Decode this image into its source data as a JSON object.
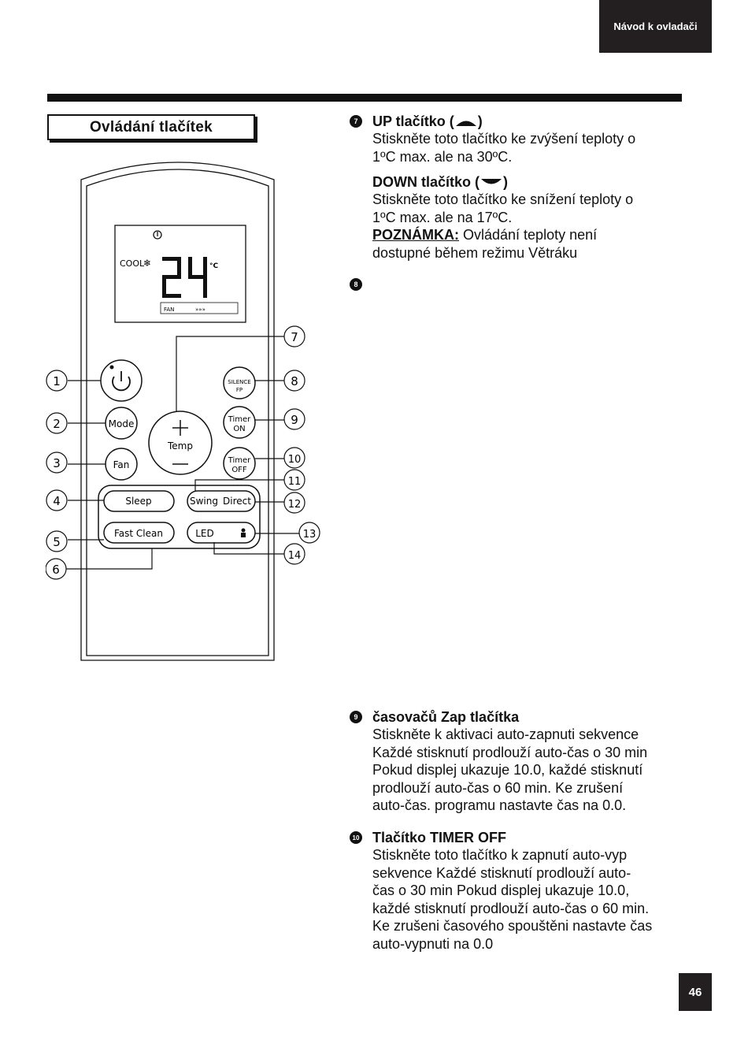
{
  "header": {
    "tab_label": "Návod k ovladači"
  },
  "section": {
    "title": "Ovládání tlačítek"
  },
  "remote": {
    "display": {
      "mode": "COOL",
      "temperature": "24",
      "unit": "°C",
      "fan_label": "FAN"
    },
    "buttons": {
      "mode": "Mode",
      "fan": "Fan",
      "temp": "Temp",
      "silence": "SILENCE",
      "fp": "FP",
      "timer_on_1": "Timer",
      "timer_on_2": "ON",
      "timer_off_1": "Timer",
      "timer_off_2": "OFF",
      "sleep": "Sleep",
      "swing": "Swing",
      "direct": "Direct",
      "fast_clean": "Fast Clean",
      "led": "LED"
    },
    "callouts": [
      "1",
      "2",
      "3",
      "4",
      "5",
      "6",
      "7",
      "8",
      "9",
      "10",
      "11",
      "12",
      "13",
      "14"
    ]
  },
  "items": {
    "up": {
      "num": "7",
      "title_prefix": "UP tlačítko (",
      "title_suffix": ")",
      "line1": "Stiskněte toto tlačítko ke zvýšení teploty o",
      "line2": "1ºC max. ale na 30ºC."
    },
    "down": {
      "title_prefix": "DOWN tlačítko (",
      "title_suffix": ")",
      "line1": "Stiskněte toto tlačítko ke snížení teploty o",
      "line2": "1ºC max. ale na 17ºC.",
      "note_label": "POZNÁMKA:",
      "note_text": " Ovládání teploty není",
      "line4": "dostupné během režimu Větráku"
    },
    "item8": {
      "num": "8"
    },
    "timer_on": {
      "num": "9",
      "title": "časovačů Zap tlačítka",
      "lines": [
        "Stiskněte k aktivaci auto-zapnuti sekvence",
        "Každé stisknutí prodlouží auto-čas o 30 min",
        "Pokud displej ukazuje 10.0, každé stisknutí",
        "prodlouží auto-čas o 60 min. Ke zrušení",
        "auto-čas. programu nastavte čas na 0.0."
      ]
    },
    "timer_off": {
      "num": "10",
      "title": "Tlačítko TIMER OFF",
      "lines": [
        "Stiskněte toto tlačítko k zapnutí auto-vyp",
        "sekvence Každé stisknutí prodlouží auto-",
        "čas o 30 min Pokud displej ukazuje 10.0,",
        "každé stisknutí prodlouží auto-čas o 60 min.",
        "Ke zrušeni časového spouštěni nastavte čas",
        "auto-vypnuti na 0.0"
      ]
    }
  },
  "footer": {
    "page_number": "46"
  }
}
